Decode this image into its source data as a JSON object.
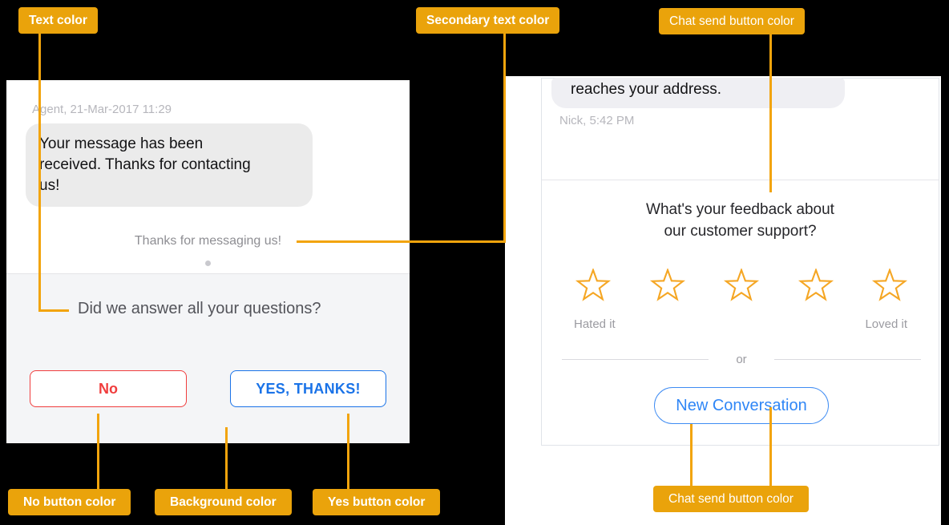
{
  "colors": {
    "annotation_badge": "#EAA30B",
    "annotation_line": "#F2A40C",
    "no_button": "#F03D3D",
    "yes_button": "#1A73E8",
    "new_conversation_button": "#3E8EF7",
    "star": "#F5A623",
    "footer_background": "#F4F5F7"
  },
  "annotations": {
    "text_color": "Text color",
    "secondary_text_color": "Secondary text color",
    "chat_send_button_top": "Chat send button color",
    "no_button": "No button color",
    "background": "Background color",
    "yes_button": "Yes button color",
    "chat_send_button_bottom": "Chat send button color"
  },
  "left_chat": {
    "timestamp": "Agent, 21-Mar-2017 11:29",
    "message_lines": [
      "Your message has been",
      "received. Thanks for contacting",
      "us!"
    ],
    "system_note": "Thanks for messaging us!",
    "question": "Did we answer all your questions?",
    "no_label": "No",
    "yes_label": "YES, THANKS!"
  },
  "right_chat": {
    "partial_message": "reaches your address.",
    "timestamp": "Nick, 5:42 PM",
    "feedback_lines": [
      "What's your feedback about",
      "our customer support?"
    ],
    "rating": {
      "stars": 5,
      "low_label": "Hated it",
      "high_label": "Loved it"
    },
    "or_label": "or",
    "new_conversation_label": "New Conversation"
  }
}
